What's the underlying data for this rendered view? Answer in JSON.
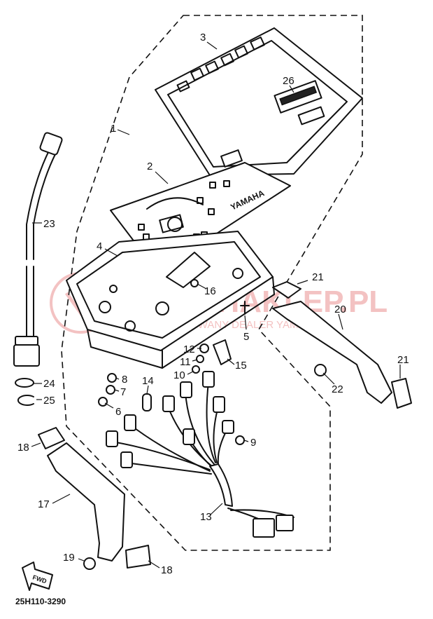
{
  "diagram": {
    "reference_code": "25H110-3290",
    "watermark": {
      "main": "YAMAHAKLEP.PL",
      "sub": "AUTORYZOWANY DEALER YAMAHA"
    },
    "brand_label": "YAMAHA",
    "fwd_label": "FWD",
    "callouts": [
      "1",
      "2",
      "3",
      "4",
      "5",
      "6",
      "7",
      "8",
      "9",
      "10",
      "11",
      "12",
      "13",
      "14",
      "15",
      "16",
      "17",
      "18",
      "18",
      "19",
      "20",
      "21",
      "21",
      "22",
      "23",
      "24",
      "25",
      "26"
    ],
    "line_color": "#111111",
    "watermark_color": "#f2b8b8"
  }
}
